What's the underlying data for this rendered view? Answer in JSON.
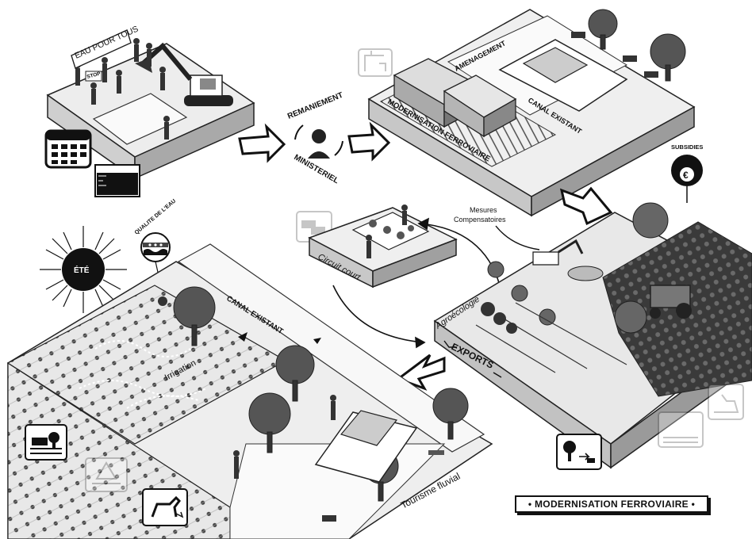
{
  "protest": {
    "banner": "EAU POUR TOUS",
    "sign": "STOP"
  },
  "reshuffle": {
    "top": "REMANIEMENT",
    "bottom": "MINISTERIEL"
  },
  "top_board": {
    "road_1": "AMENAGEMENT",
    "road_2": "CANAL EXISTANT",
    "road_3": "MODERNISATION FERROVIAIRE"
  },
  "subsidies": "SUBSIDIES",
  "compensation": {
    "line1": "Mesures",
    "line2": "Compensatoires"
  },
  "circuit_court": "Circuit court",
  "water_quality": "QUALITE DE L'EAU",
  "sun": "ÉTÉ",
  "bottom_left": {
    "canal": "CANAL EXISTANT",
    "irrigation": "Irrigation",
    "tourism": "Tourisme fluvial"
  },
  "right_board": {
    "agro": "Agroécologie",
    "exports": "EXPORTS"
  },
  "legend_badge": "• MODERNISATION FERROVIAIRE •",
  "icons": [
    "calendar-icon",
    "water-level-icon",
    "rail-crane-icon",
    "trucks-icon",
    "flood-icon",
    "warning-boat-icon",
    "animal-icon",
    "tree-transfer-icon",
    "flooded-trees-icon",
    "excavator-icon",
    "euro-coin-icon"
  ]
}
